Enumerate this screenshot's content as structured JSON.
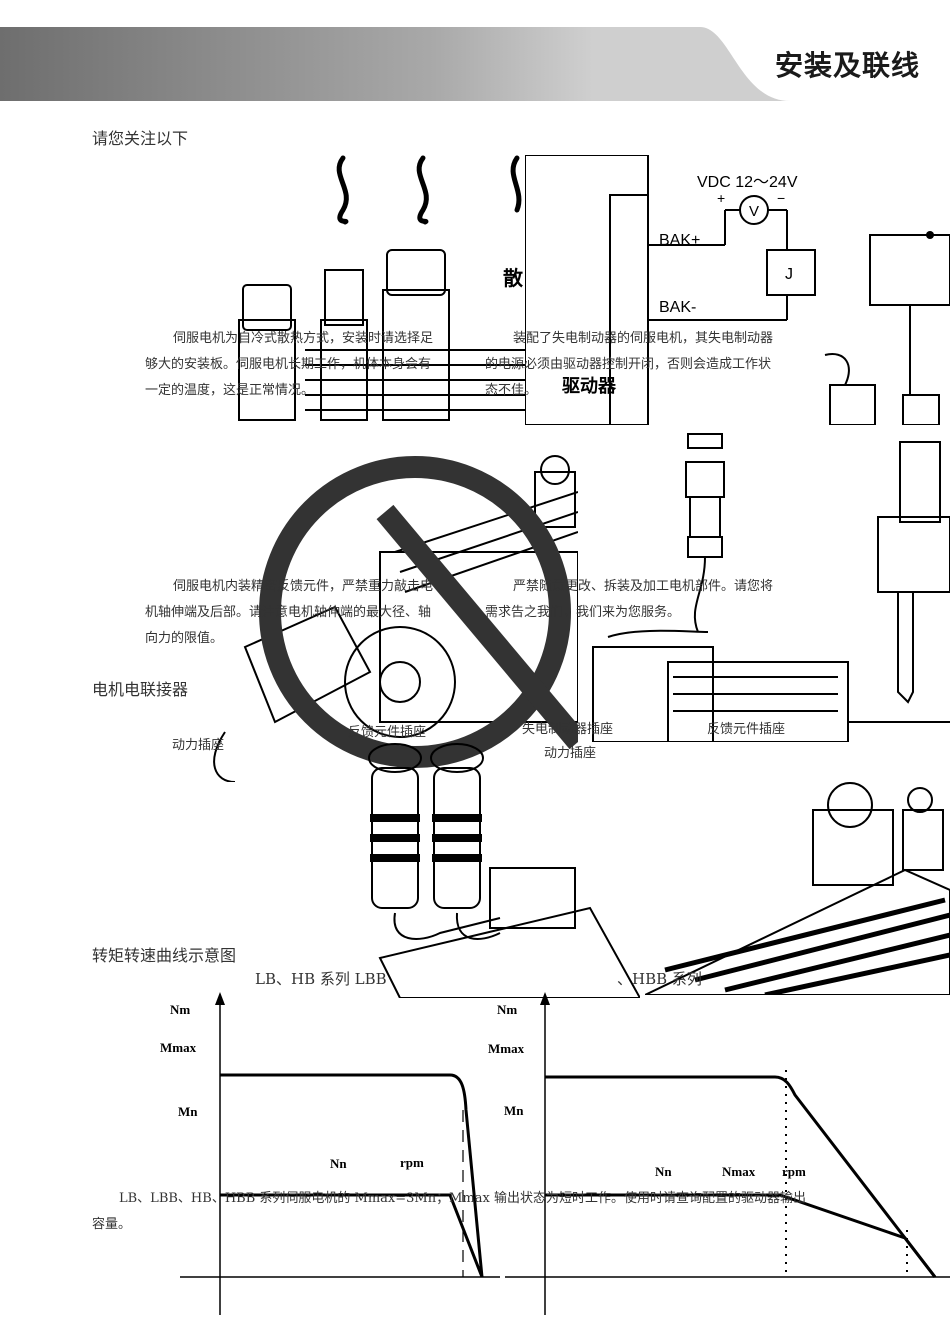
{
  "header": {
    "title": "安装及联线"
  },
  "sections": {
    "notice_title": "请您关注以下",
    "connector_title": "电机电联接器",
    "curve_title": "转矩转速曲线示意图"
  },
  "notes": {
    "heat_l1": "伺服电机为自冷式散热方式，安装时请选择足",
    "heat_l2": "够大的安装板。伺服电机长期工作，机体本身会有",
    "heat_l3": "一定的温度，这是正常情况。",
    "brake_l1": "装配了失电制动器的伺服电机，其失电制动器",
    "brake_l2": "的电源必须由驱动器控制开闭，否则会造成工作状",
    "brake_l3": "态不佳。",
    "encoder_l1": "伺服电机内装精密反馈元件，严禁重力敲击电",
    "encoder_l2": "机轴伸端及后部。请注意电机轴伸端的最大径、轴",
    "encoder_l3": "向力的限值。",
    "modify_l1": "严禁随意更改、拆装及加工电机部件。请您将",
    "modify_l2": "需求告之我们，我们来为您服务。"
  },
  "figures": {
    "heat_label": "散",
    "vdc_label": "VDC 12～24V",
    "plus": "+",
    "minus": "−",
    "meter": "V",
    "relay": "J",
    "bak_plus": "BAK+",
    "bak_minus": "BAK-",
    "driver": "驱动器"
  },
  "connectors": {
    "power_left": "动力插座",
    "feedback_left": "反馈元件插座",
    "brake": "失电制动器插座",
    "power_right": "动力插座",
    "feedback_right": "反馈元件插座"
  },
  "curves": {
    "left_series": "LB、HB 系列 LBB",
    "right_series": "、HBB 系列",
    "footnote_l1": "LB、LBB、HB、HBB 系列伺服电机的 Mmax=3Mn；Mmax 输出状态为短时工作。使用时请查询配置的驱动器输出",
    "footnote_l2": "容量。"
  },
  "chart_data": [
    {
      "type": "line",
      "title": "",
      "xlabel": "rpm",
      "ylabel": "Nm",
      "y_ticks": [
        "Mmax",
        "Mn"
      ],
      "x_ticks": [
        "Nn"
      ],
      "series": []
    },
    {
      "type": "line",
      "title": "",
      "xlabel": "rpm",
      "ylabel": "Nm",
      "y_ticks": [
        "Mmax",
        "Mn"
      ],
      "x_ticks": [
        "Nn",
        "Nmax"
      ],
      "series": []
    }
  ]
}
